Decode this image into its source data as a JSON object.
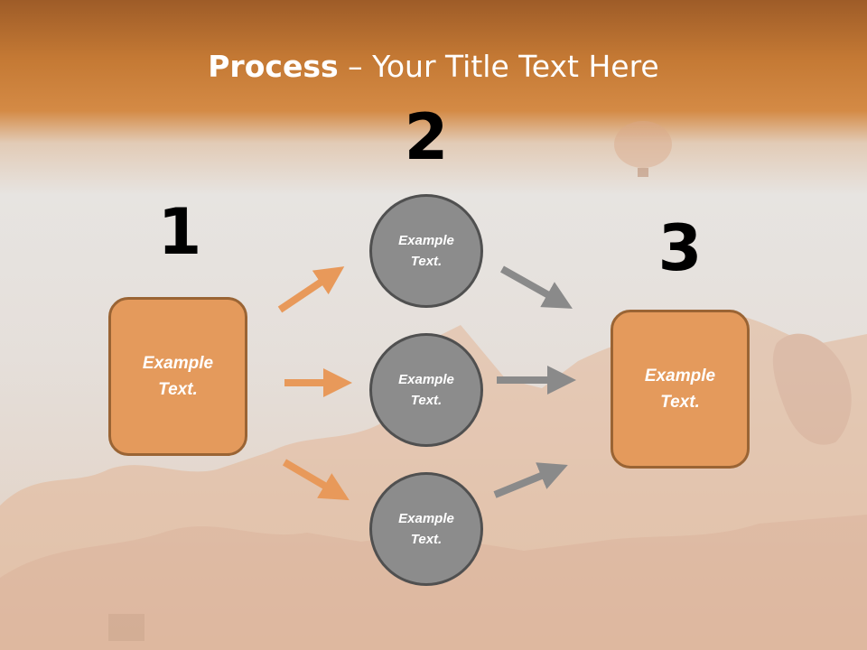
{
  "title": {
    "bold": "Process",
    "rest": " – Your Title Text Here"
  },
  "steps": [
    {
      "number": "1"
    },
    {
      "number": "2"
    },
    {
      "number": "3"
    }
  ],
  "left_box": {
    "text": "Example\nText."
  },
  "circles": [
    {
      "text": "Example\nText."
    },
    {
      "text": "Example\nText."
    },
    {
      "text": "Example\nText."
    }
  ],
  "right_box": {
    "text": "Example\nText."
  },
  "colors": {
    "header": "#d48a45",
    "box_fill": "#e49a5c",
    "box_border": "#9a6434",
    "circle_fill": "#8c8c8c",
    "circle_border": "#505050",
    "arrow_orange": "#e8995a",
    "arrow_gray": "#8a8a8a"
  }
}
